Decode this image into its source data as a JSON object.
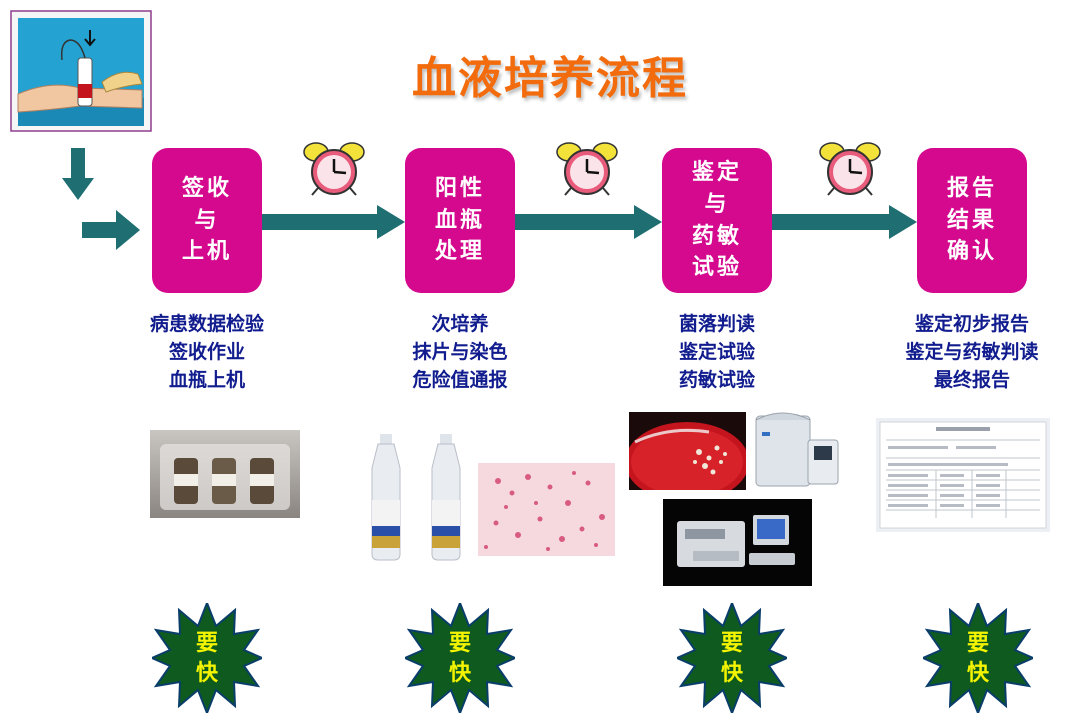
{
  "title": "血液培养流程",
  "colors": {
    "title": "#f26b0c",
    "step_box": "#d4098e",
    "description_text": "#111c8e",
    "arrow": "#1e6e72",
    "star_fill": "#0e5a1f",
    "star_text": "#f4f400"
  },
  "steps": [
    {
      "label": "签收\n与\n上机",
      "description": "病患数据检验\n签收作业\n血瓶上机",
      "badge": "要\n快"
    },
    {
      "label": "阳性\n血瓶\n处理",
      "description": "次培养\n抹片与染色\n危险值通报",
      "badge": "要\n快"
    },
    {
      "label": "鉴定\n与\n药敏\n试验",
      "description": "菌落判读\n鉴定试验\n药敏试验",
      "badge": "要\n快"
    },
    {
      "label": "报告\n结果\n确认",
      "description": "鉴定初步报告\n鉴定与药敏判读\n最终报告",
      "badge": "要\n快"
    }
  ],
  "icons": [
    "blood-draw-illustration",
    "alarm-clock-icon",
    "flow-arrow-icon",
    "burst-star-icon"
  ]
}
